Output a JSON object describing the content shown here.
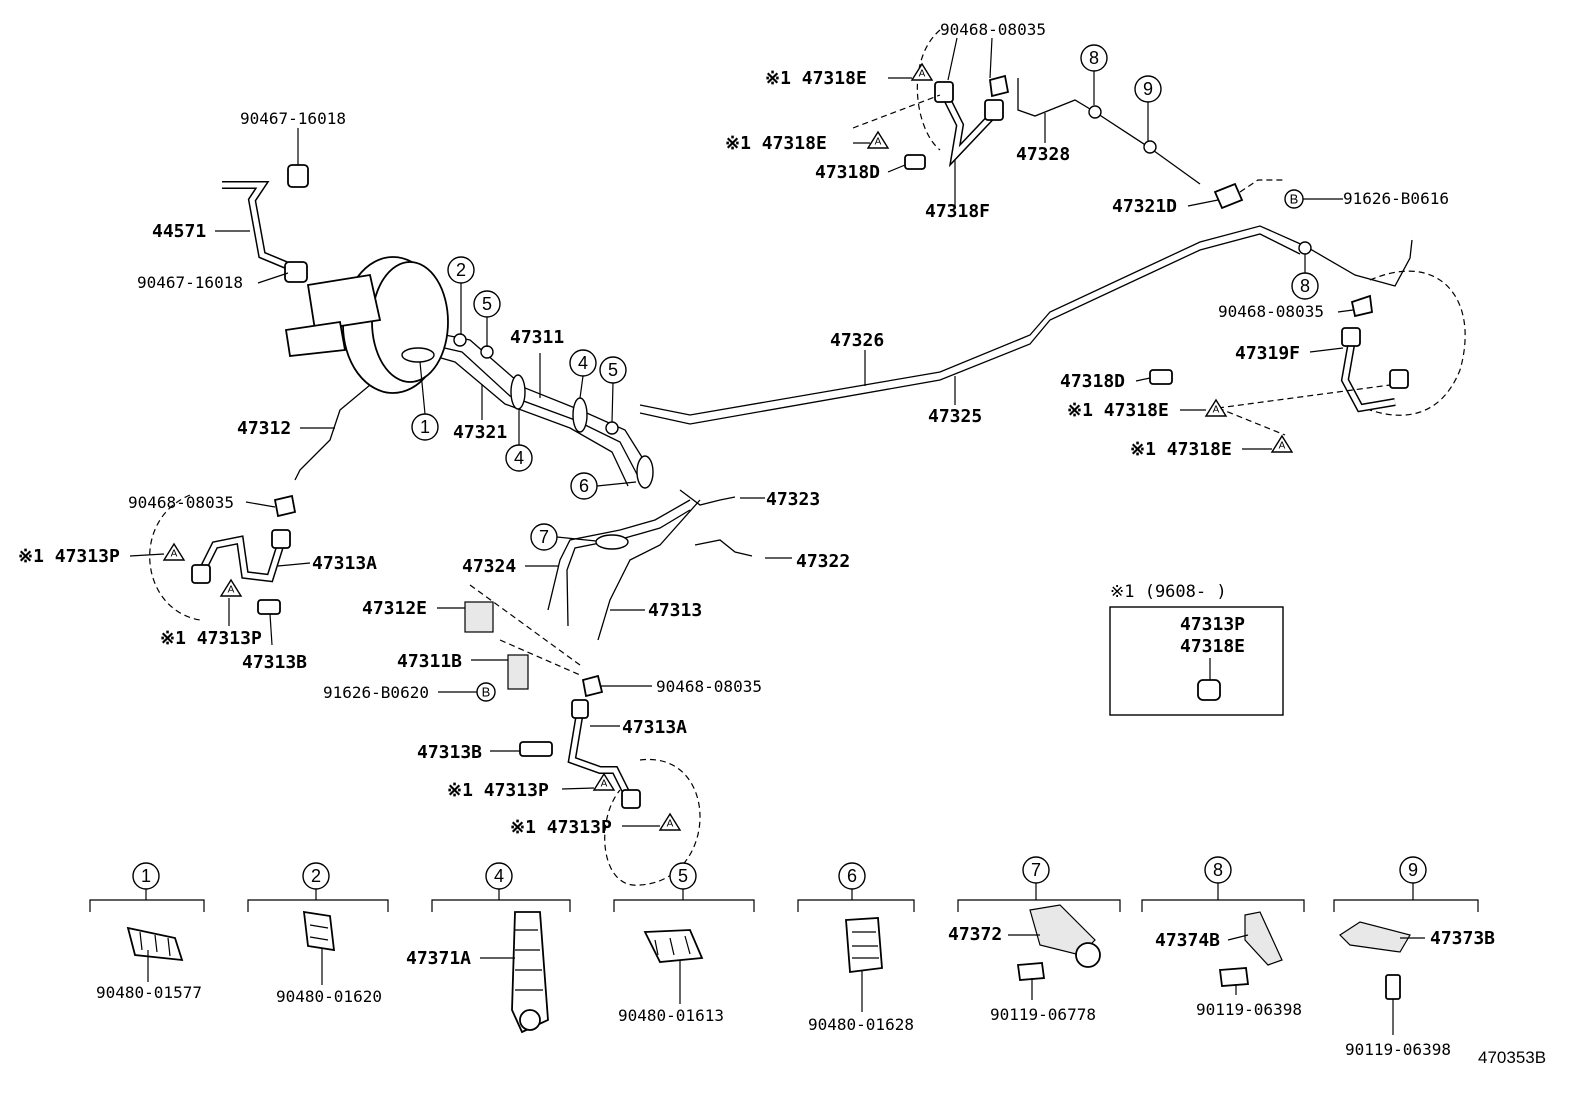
{
  "labels": {
    "l_9046808035_top": "90468-08035",
    "l_47318E_a": "※1 47318E",
    "l_47318E_b": "※1 47318E",
    "l_47318D_top": "47318D",
    "l_47318F": "47318F",
    "l_47328": "47328",
    "l_47321D": "47321D",
    "l_91626B0616": "91626-B0616",
    "l_9046716018_top": "90467-16018",
    "l_44571": "44571",
    "l_9046716018_mid": "90467-16018",
    "l_47311": "47311",
    "l_47326": "47326",
    "l_47325": "47325",
    "l_47312": "47312",
    "l_47321": "47321",
    "l_9046808035_right": "90468-08035",
    "l_47319F": "47319F",
    "l_47318D_right": "47318D",
    "l_47318E_c": "※1 47318E",
    "l_47318E_d": "※1 47318E",
    "l_9046808035_left": "90468-08035",
    "l_47313P_a": "※1 47313P",
    "l_47313A_left": "47313A",
    "l_47313P_b": "※1 47313P",
    "l_47313B_left": "47313B",
    "l_47323": "47323",
    "l_47322": "47322",
    "l_47324": "47324",
    "l_47313": "47313",
    "l_47312E": "47312E",
    "l_47311B": "47311B",
    "l_91626B0620": "91626-B0620",
    "l_9046808035_mid": "90468-08035",
    "l_47313A_mid": "47313A",
    "l_47313B_mid": "47313B",
    "l_47313P_c": "※1 47313P",
    "l_47313P_d": "※1 47313P",
    "legend_header": "※1 (9608-        )",
    "legend_47313P": "47313P",
    "legend_47318E": "47318E",
    "l_47371A": "47371A",
    "l_47372": "47372",
    "l_47374B": "47374B",
    "l_47373B": "47373B",
    "l_9048001577": "90480-01577",
    "l_9048001620": "90480-01620",
    "l_9048001613": "90480-01613",
    "l_9048001628": "90480-01628",
    "l_9011906778": "90119-06778",
    "l_9011906398_a": "90119-06398",
    "l_9011906398_b": "90119-06398",
    "l_catalog": "470353B"
  },
  "callouts": {
    "c1": "1",
    "c2": "2",
    "c4": "4",
    "c5": "5",
    "c6": "6",
    "c7": "7",
    "c8": "8",
    "c9": "9",
    "cA": "A",
    "cB": "B"
  }
}
